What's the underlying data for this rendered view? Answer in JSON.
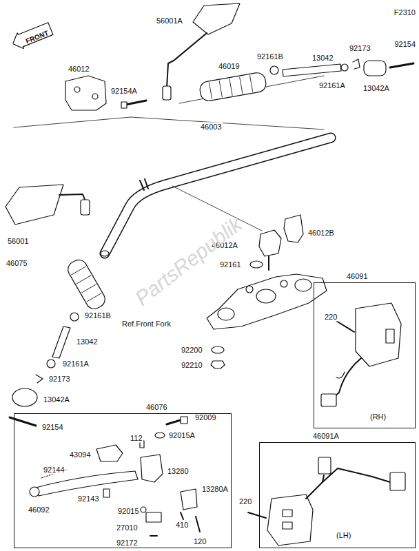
{
  "diagram": {
    "nodes": [
      {
        "text": [
          "FRONT"
        ]
      },
      {
        "text": [
          "46076"
        ]
      },
      {
        "text": [
          "46091",
          "(RH)"
        ]
      },
      {
        "text": [
          "46091A",
          "(LH)"
        ]
      }
    ],
    "labels": [
      "F2310",
      "56001A",
      "92154",
      "92173",
      "13042",
      "46019",
      "92161B",
      "46012",
      "92154A",
      "92161A",
      "13042A",
      "46003",
      "56001",
      "46012B",
      "46012A",
      "92161",
      "46075",
      "92161B",
      "Ref.Front Fork",
      "13042",
      "92161A",
      "92200",
      "92210",
      "92173",
      "13042A",
      "92154",
      "92009",
      "112",
      "92015A",
      "43094",
      "13280",
      "92144",
      "13280A",
      "92143",
      "46092",
      "92015",
      "410",
      "27010",
      "120",
      "92172",
      "220",
      "220",
      "PartsRepublik"
    ]
  }
}
